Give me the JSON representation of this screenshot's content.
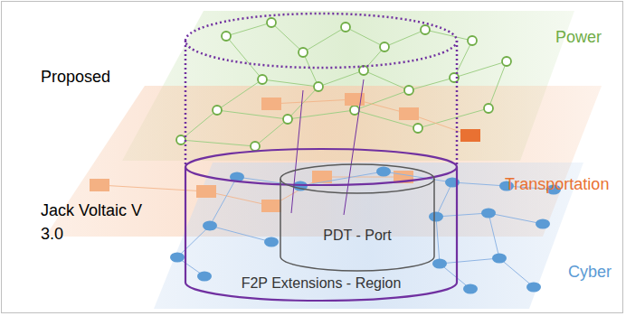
{
  "diagram": {
    "nodes": [
      {
        "text": [
          "F2P Extensions - Region"
        ]
      },
      {
        "text": [
          "PDT - Port"
        ],
        "in": 0
      }
    ],
    "labels": [
      "Proposed",
      "Jack Voltaic V 3.0",
      "Power",
      "Transportation",
      "Cyber"
    ]
  }
}
